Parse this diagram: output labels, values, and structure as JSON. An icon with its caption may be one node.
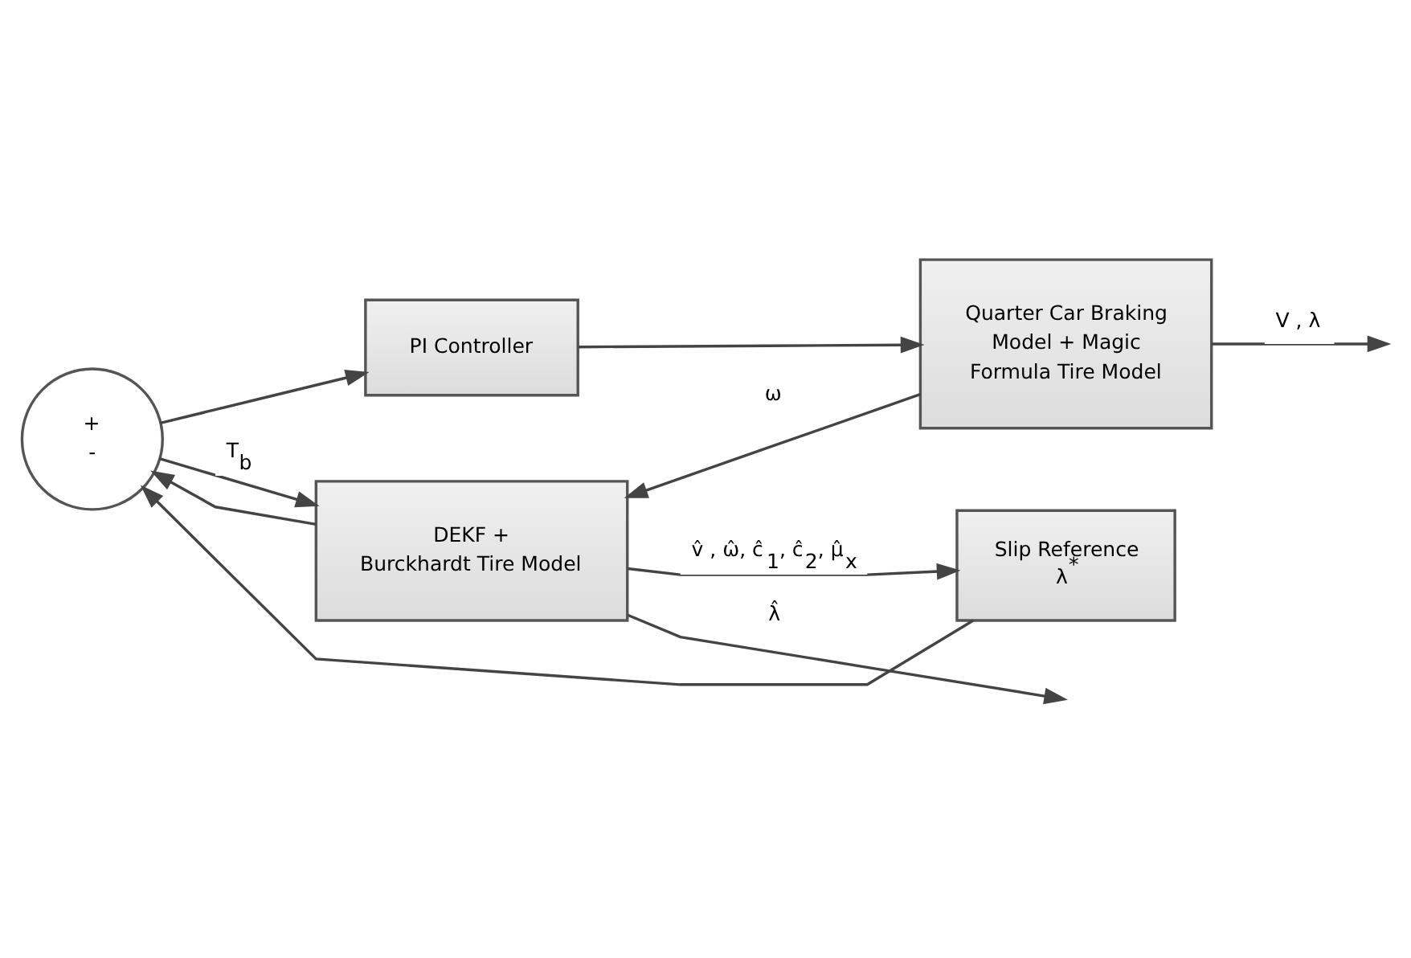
{
  "diagram": {
    "nodes": [
      {
        "text": [
          "+",
          "-"
        ]
      },
      {
        "text": [
          "PI Controller"
        ]
      },
      {
        "text": [
          "Quarter Car Braking Model + Magic Formula Tire Model"
        ]
      },
      {
        "text": [
          "DEKF + Burckhardt Tire Model"
        ]
      },
      {
        "text": [
          "Slip Reference λ$^{*}$"
        ]
      }
    ],
    "edges": [
      {
        "from": 4,
        "to": 0,
        "arrow": "to"
      },
      {
        "from": 0,
        "to": 1,
        "arrow": "to"
      },
      {
        "from": 1,
        "to": 2,
        "arrow": "to"
      },
      {
        "from": 2,
        "to": null,
        "arrow": "to",
        "label": "V , λ"
      },
      {
        "from": 2,
        "to": 3,
        "arrow": "to",
        "label": "ω"
      },
      {
        "from": 0,
        "to": 3,
        "arrow": "to",
        "label": "T$_{b}$"
      },
      {
        "from": 3,
        "to": 4,
        "arrow": "to",
        "label": "v̂ , ω̂, ĉ$_{1}$, ĉ$_{2}$, μ̂$_{x}$"
      },
      {
        "from": 3,
        "to": null,
        "arrow": "to",
        "label": "λ̂"
      },
      {
        "from": 3,
        "to": 0,
        "arrow": "to"
      }
    ]
  }
}
